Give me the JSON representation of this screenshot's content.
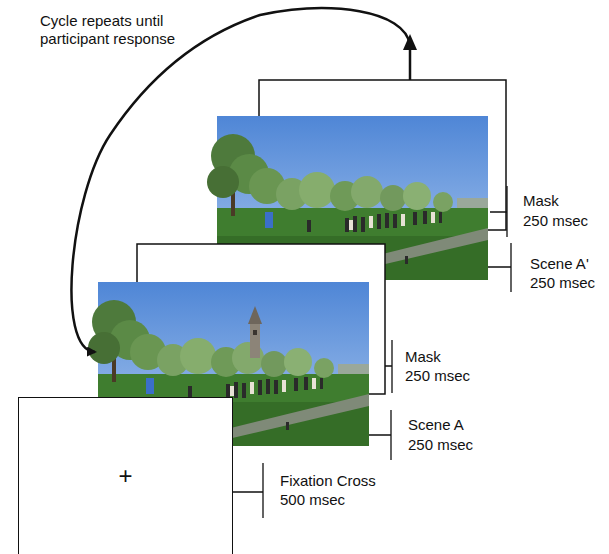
{
  "diagram": {
    "nodes": [
      {
        "text": [
          "+"
        ]
      }
    ],
    "labels": [
      "Cycle repeats until participant response",
      "Mask",
      "250 msec",
      "Scene A'",
      "250 msec",
      "Mask",
      "250 msec",
      "Scene A",
      "250 msec",
      "Fixation Cross",
      "500 msec"
    ]
  }
}
